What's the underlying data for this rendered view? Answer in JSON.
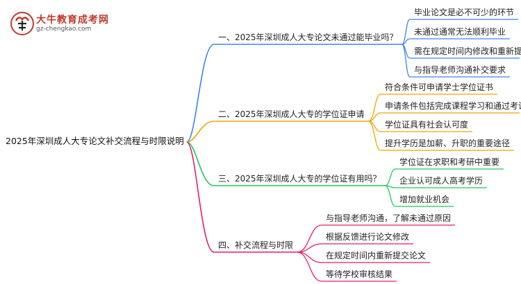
{
  "logo": {
    "title": "大牛教育成考网",
    "url": "gz-chengkao.com"
  },
  "root": "2025年深圳成人大专论文补交流程与时限说明",
  "branches": [
    {
      "label": "一、2025年深圳成人大专论文未通过能毕业吗？",
      "color": "#3b82f6",
      "children": [
        "毕业论文是必不可少的环节",
        "未通过通常无法顺利毕业",
        "需在规定时间内修改和重新提交",
        "与指导老师沟通补交要求"
      ]
    },
    {
      "label": "二、2025年深圳成人大专的学位证申请",
      "color": "#f0a500",
      "children": [
        "符合条件可申请学士学位证书",
        "申请条件包括完成课程学习和通过考试",
        "学位证具有社会认可度",
        "提升学历是加薪、升职的重要途径"
      ]
    },
    {
      "label": "三、2025年深圳成人大专的学位证有用吗？",
      "color": "#22c55e",
      "children": [
        "学位证在求职和考研中重要",
        "企业认可成人高考学历",
        "增加就业机会"
      ]
    },
    {
      "label": "四、补交流程与时限",
      "color": "#e11d6a",
      "children": [
        "与指导老师沟通，了解未通过原因",
        "根据反馈进行论文修改",
        "在规定时间内重新提交论文",
        "等待学校审核结果"
      ]
    }
  ]
}
